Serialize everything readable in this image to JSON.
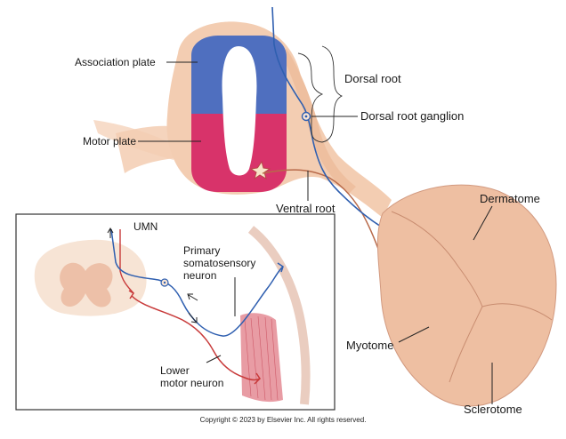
{
  "labels": {
    "association_plate": "Association plate",
    "motor_plate": "Motor plate",
    "dorsal_root": "Dorsal root",
    "dorsal_root_ganglion": "Dorsal root ganglion",
    "ventral_root": "Ventral root",
    "dermatome": "Dermatome",
    "myotome": "Myotome",
    "sclerotome": "Sclerotome",
    "umn": "UMN",
    "primary_line1": "Primary",
    "primary_line2": "somatosensory",
    "primary_line3": "neuron",
    "lower_line1": "Lower",
    "lower_line2": "motor neuron"
  },
  "copyright": "Copyright © 2023 by Elsevier Inc. All rights reserved.",
  "colors": {
    "association_plate": "#4f6fbf",
    "motor_plate": "#d8336a",
    "tissue": "#f3cdb2",
    "somite": "#eebfa2",
    "sensory_neuron": "#2f5fb0",
    "motor_neuron": "#c83a3a",
    "ventral_axon": "#b86a4a",
    "muscle": "#e07b86"
  }
}
